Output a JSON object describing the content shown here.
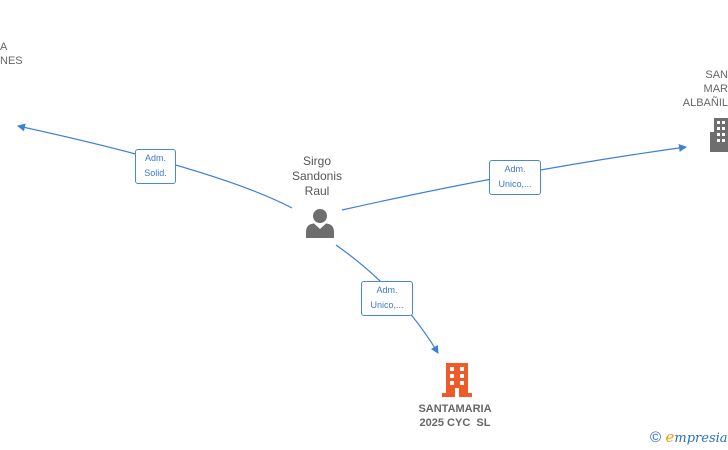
{
  "nodes": {
    "person": {
      "name_lines": [
        "Sirgo",
        "Sandonis",
        "Raul"
      ],
      "icon": "person-icon"
    },
    "company_left": {
      "name_lines": [
        "A",
        "NES"
      ],
      "icon": "building-icon"
    },
    "company_right": {
      "name_lines": [
        "SAN",
        "MAR",
        "ALBAÑIL"
      ],
      "icon": "building-icon"
    },
    "company_main": {
      "name_lines": [
        "SANTAMARIA",
        "2025 CYC  SL"
      ],
      "icon": "building-icon",
      "color": "#f05a28"
    }
  },
  "edges": [
    {
      "label_lines": [
        "Adm.",
        "Solid."
      ]
    },
    {
      "label_lines": [
        "Adm.",
        "Unico,..."
      ]
    },
    {
      "label_lines": [
        "Adm.",
        "Unico,..."
      ]
    }
  ],
  "footer": {
    "copyright_symbol": "©",
    "brand": "mpresia",
    "brand_initial": "e"
  },
  "colors": {
    "edge": "#3a7fd8",
    "node_icon": "#6e6e6e",
    "main_company": "#f05a28"
  }
}
